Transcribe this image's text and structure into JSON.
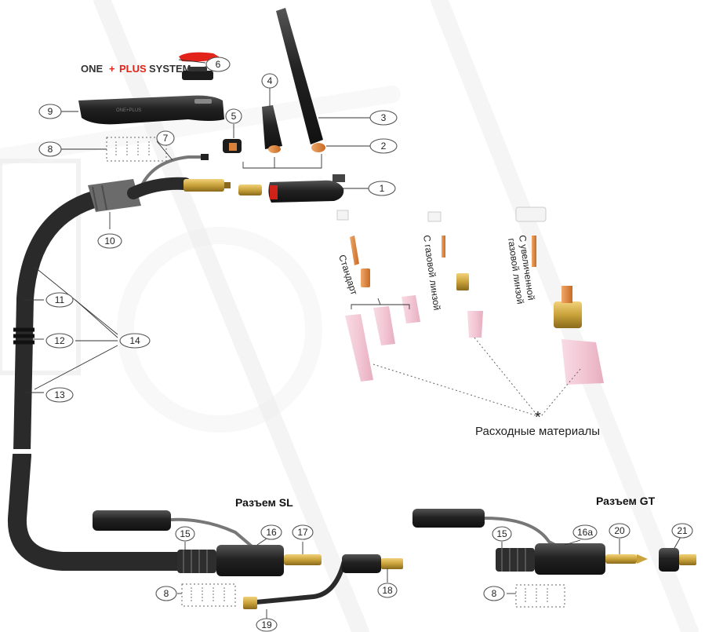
{
  "brand": {
    "system_label_one": "ONE",
    "system_label_plus_sign": "+",
    "system_label_plus": "PLUS",
    "system_label_system": "SYSTEM",
    "plus_color": "#e2231a"
  },
  "consumables": {
    "variant_standard": "Стандарт",
    "variant_gas_lens": "С газовой линзой",
    "variant_large_gas_lens_line1": "С увеличенной",
    "variant_large_gas_lens_line2": "газовой линзой",
    "asterisk": "*",
    "label": "Расходные материалы"
  },
  "connectors": {
    "sl_title": "Разъем SL",
    "gt_title": "Разъем GT"
  },
  "callouts": {
    "c1": "1",
    "c2": "2",
    "c3": "3",
    "c4": "4",
    "c5": "5",
    "c6": "6",
    "c7": "7",
    "c8a": "8",
    "c8b": "8",
    "c8c": "8",
    "c9": "9",
    "c10": "10",
    "c11": "11",
    "c12": "12",
    "c13": "13",
    "c14": "14",
    "c15a": "15",
    "c15b": "15",
    "c16": "16",
    "c16a": "16a",
    "c17": "17",
    "c18": "18",
    "c19": "19",
    "c20": "20",
    "c21": "21"
  },
  "colors": {
    "cable": "#2a2a2a",
    "brass": "#c9a23a",
    "copper": "#d9803a",
    "ceramic_pink": "#f3c7d5",
    "insulator_white": "#f4f4f4",
    "sleeve_grey": "#6b6b6b",
    "watermark": "#e9e9e9"
  }
}
